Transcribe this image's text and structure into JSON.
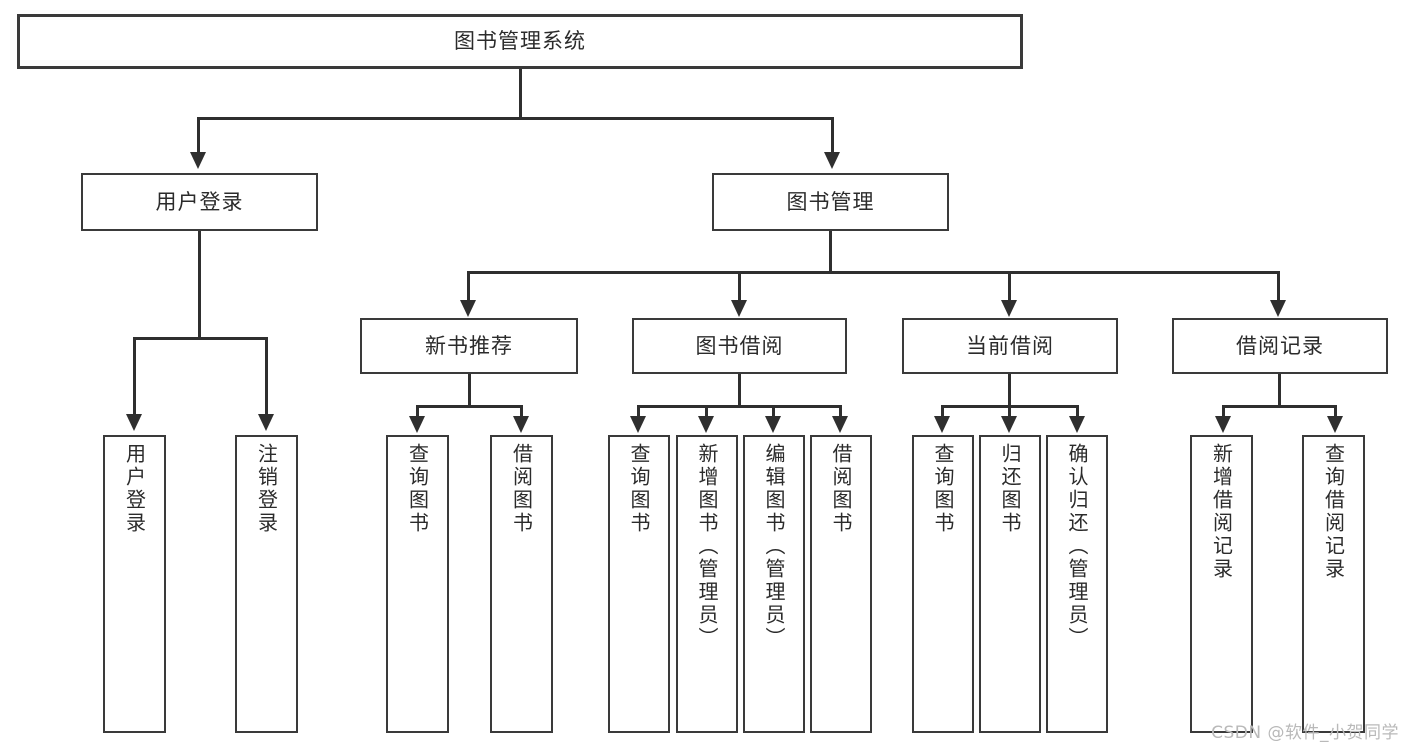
{
  "diagram": {
    "kind": "functional-structure-tree",
    "root": {
      "id": "root",
      "label": "图书管理系统"
    },
    "level2": [
      {
        "id": "user-login",
        "label": "用户登录"
      },
      {
        "id": "book-mgmt",
        "label": "图书管理"
      }
    ],
    "level3": [
      {
        "id": "new-book-rec",
        "label": "新书推荐",
        "parent": "book-mgmt"
      },
      {
        "id": "book-borrow",
        "label": "图书借阅",
        "parent": "book-mgmt"
      },
      {
        "id": "current-borrow",
        "label": "当前借阅",
        "parent": "book-mgmt"
      },
      {
        "id": "borrow-record",
        "label": "借阅记录",
        "parent": "book-mgmt"
      }
    ],
    "leaves": {
      "user-login": [
        {
          "id": "leaf-user-login",
          "label": "用户登录"
        },
        {
          "id": "leaf-user-logout",
          "label": "注销登录"
        }
      ],
      "new-book-rec": [
        {
          "id": "leaf-query-book-1",
          "label": "查询图书"
        },
        {
          "id": "leaf-borrow-book-1",
          "label": "借阅图书"
        }
      ],
      "book-borrow": [
        {
          "id": "leaf-query-book-2",
          "label": "查询图书"
        },
        {
          "id": "leaf-add-book",
          "label": "新增图书（管理员）"
        },
        {
          "id": "leaf-edit-book",
          "label": "编辑图书（管理员）"
        },
        {
          "id": "leaf-borrow-book-2",
          "label": "借阅图书"
        }
      ],
      "current-borrow": [
        {
          "id": "leaf-query-book-3",
          "label": "查询图书"
        },
        {
          "id": "leaf-return-book",
          "label": "归还图书"
        },
        {
          "id": "leaf-confirm-return",
          "label": "确认归还（管理员）"
        }
      ],
      "borrow-record": [
        {
          "id": "leaf-add-record",
          "label": "新增借阅记录"
        },
        {
          "id": "leaf-query-record",
          "label": "查询借阅记录"
        }
      ]
    }
  },
  "watermark": {
    "text": "CSDN @软件_小贺同学"
  },
  "colors": {
    "background": "#ffffff",
    "border": "#3a3a3a",
    "connector": "#2f2f2f",
    "text": "#2b2b2b",
    "watermark": "#b9b9b9"
  }
}
